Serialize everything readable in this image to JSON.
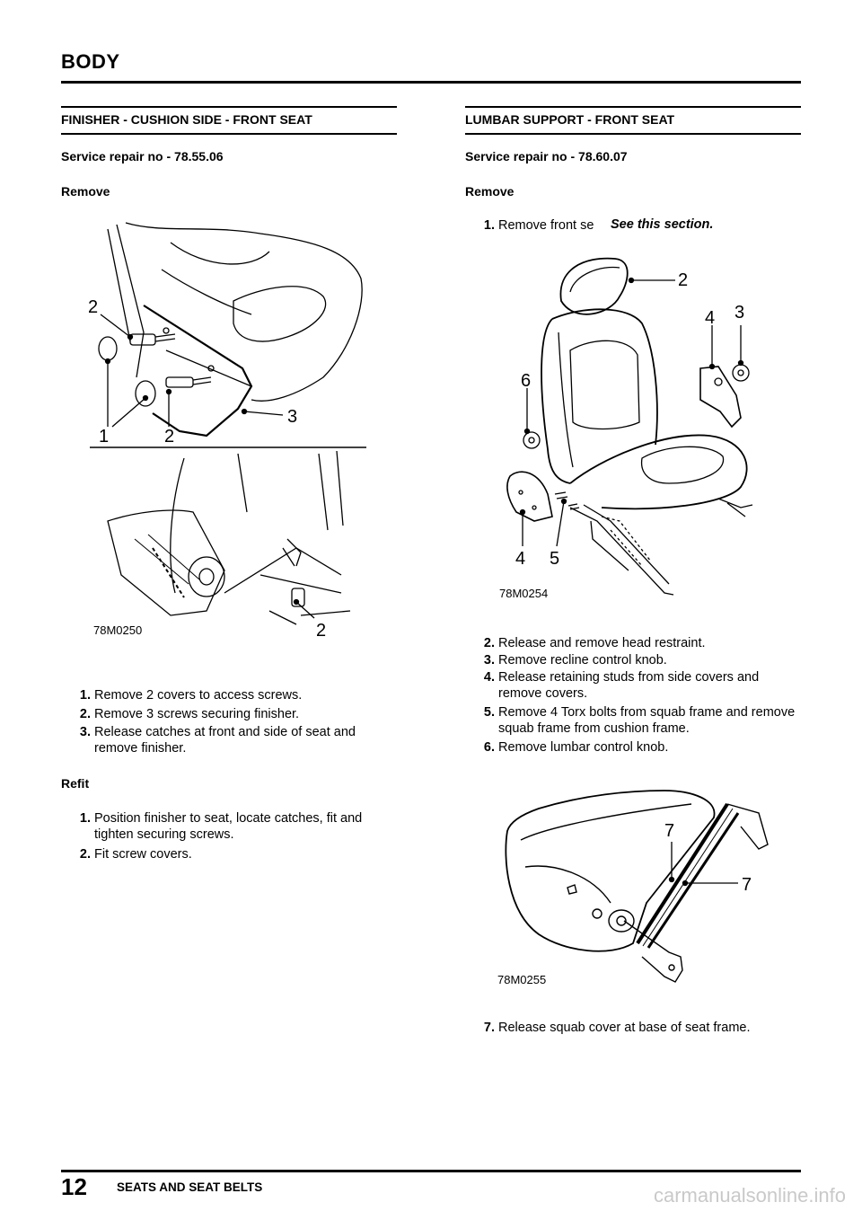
{
  "header": {
    "title": "BODY"
  },
  "left": {
    "title": "FINISHER - CUSHION SIDE - FRONT SEAT",
    "service": "Service repair no - 78.55.06",
    "remove_heading": "Remove",
    "figure": {
      "code": "78M0250",
      "callouts": [
        "2",
        "1",
        "2",
        "3",
        "2"
      ]
    },
    "remove_steps": [
      {
        "num": "1.",
        "text": "Remove 2 covers to access screws."
      },
      {
        "num": "2.",
        "text": "Remove 3 screws securing finisher."
      },
      {
        "num": "3.",
        "text": "Release catches at front and side of seat and remove finisher."
      }
    ],
    "refit_heading": "Refit",
    "refit_steps": [
      {
        "num": "1.",
        "text": "Position finisher to seat, locate catches, fit and tighten securing screws."
      },
      {
        "num": "2.",
        "text": "Fit screw covers."
      }
    ]
  },
  "right": {
    "title": "LUMBAR SUPPORT - FRONT SEAT",
    "service": "Service repair no - 78.60.07",
    "remove_heading": "Remove",
    "step1": {
      "num": "1.",
      "text": "Remove front se",
      "ref": "See this section."
    },
    "figure1": {
      "code": "78M0254",
      "callouts": [
        "2",
        "4",
        "3",
        "6",
        "4",
        "5"
      ]
    },
    "steps_a": [
      {
        "num": "2.",
        "text": "Release and remove head restraint."
      },
      {
        "num": "3.",
        "text": "Remove recline control knob."
      },
      {
        "num": "4.",
        "text": "Release retaining studs from side covers and remove covers."
      },
      {
        "num": "5.",
        "text": "Remove 4 Torx bolts from squab frame and remove squab frame from cushion frame."
      },
      {
        "num": "6.",
        "text": "Remove lumbar control knob."
      }
    ],
    "figure2": {
      "code": "78M0255",
      "callouts": [
        "7",
        "7"
      ]
    },
    "steps_b": [
      {
        "num": "7.",
        "text": "Release squab cover at base of seat frame."
      }
    ]
  },
  "footer": {
    "page": "12",
    "section": "SEATS AND SEAT BELTS",
    "watermark": "carmanualsonline.info"
  }
}
